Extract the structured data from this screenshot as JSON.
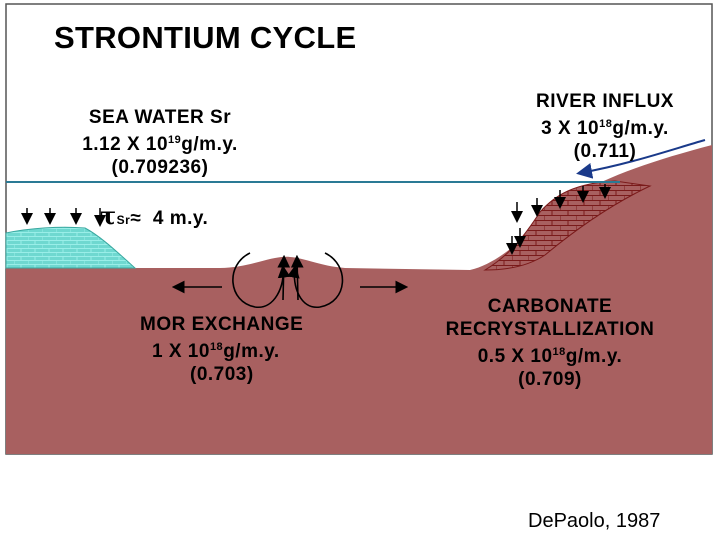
{
  "title": "STRONTIUM CYCLE",
  "seawater": {
    "line1": "SEA WATER Sr",
    "mantissa": "1.12 X 10",
    "exponent": "19",
    "unit": "g/m.y.",
    "ratio": "(0.709236)"
  },
  "river": {
    "line1": "RIVER INFLUX",
    "mantissa": "3 X 10",
    "exponent": "18",
    "unit": "g/m.y.",
    "ratio": "(0.711)"
  },
  "residence": {
    "symbol": "τ",
    "subscript": "Sr",
    "approx": "≈",
    "value": "4 m.y."
  },
  "mor": {
    "line1": "MOR EXCHANGE",
    "mantissa": "1 X 10",
    "exponent": "18",
    "unit": "g/m.y.",
    "ratio": "(0.703)"
  },
  "carbonate": {
    "line1": "CARBONATE",
    "line2": "RECRYSTALLIZATION",
    "mantissa": "0.5 X 10",
    "exponent": "18",
    "unit": "g/m.y.",
    "ratio": "(0.709)"
  },
  "credit": "DePaolo, 1987",
  "colors": {
    "seafloor": "#a86060",
    "sea_line": "#2a7a95",
    "shelf": "#6fd8d0",
    "brick_line": "#7a1a1a",
    "river_arrow": "#1a3a8a"
  }
}
